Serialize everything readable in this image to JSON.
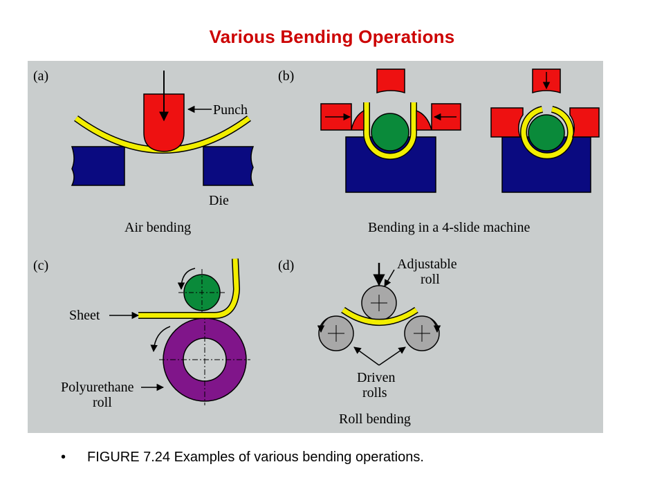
{
  "title": "Various Bending Operations",
  "caption": "FIGURE 7.24 Examples of various bending operations.",
  "colors": {
    "title": "#cc0000",
    "panel_bg": "#c9cdcd",
    "punch_red": "#ee1111",
    "die_blue": "#0a0a80",
    "sheet_yellow": "#f2ee00",
    "roll_green": "#0a8a3a",
    "roll_purple": "#80158a",
    "roll_gray": "#a8a8a8"
  },
  "panels": {
    "a": {
      "tag": "(a)",
      "punch_label": "Punch",
      "die_label": "Die",
      "caption": "Air bending"
    },
    "b": {
      "tag": "(b)",
      "caption": "Bending in a 4-slide machine"
    },
    "c": {
      "tag": "(c)",
      "sheet_label": "Sheet",
      "poly_label_line1": "Polyurethane",
      "poly_label_line2": "roll"
    },
    "d": {
      "tag": "(d)",
      "adjustable_line1": "Adjustable",
      "adjustable_line2": "roll",
      "driven_line1": "Driven",
      "driven_line2": "rolls",
      "caption": "Roll bending"
    }
  }
}
